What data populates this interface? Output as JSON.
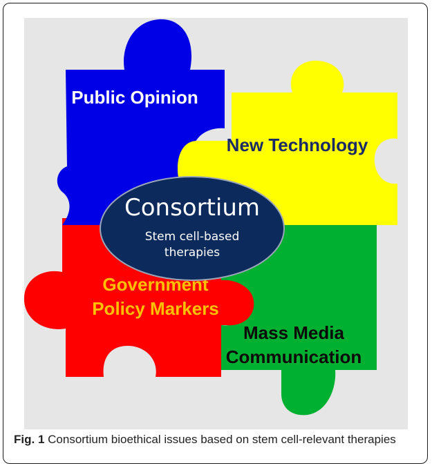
{
  "pieces": {
    "public_opinion": {
      "label": "Public Opinion",
      "color": "#0000e6",
      "text_color": "#ffffff"
    },
    "new_technology": {
      "label": "New Technology",
      "color": "#ffff00",
      "text_color": "#1a2a66"
    },
    "government": {
      "line1": "Government",
      "line2": "Policy Markers",
      "color": "#ff0000",
      "text_color": "#ffc000"
    },
    "mass_media": {
      "line1": "Mass Media",
      "line2": "Communication",
      "color": "#00b030",
      "text_color": "#0a0a0a"
    }
  },
  "consortium": {
    "title": "Consortium",
    "subtitle_line1": "Stem cell-based",
    "subtitle_line2": "therapies",
    "fill": "#0d2a5c"
  },
  "background": "#e6e6e6",
  "caption": {
    "label": "Fig. 1",
    "text": " Consortium bioethical issues based on stem cell-relevant therapies"
  }
}
